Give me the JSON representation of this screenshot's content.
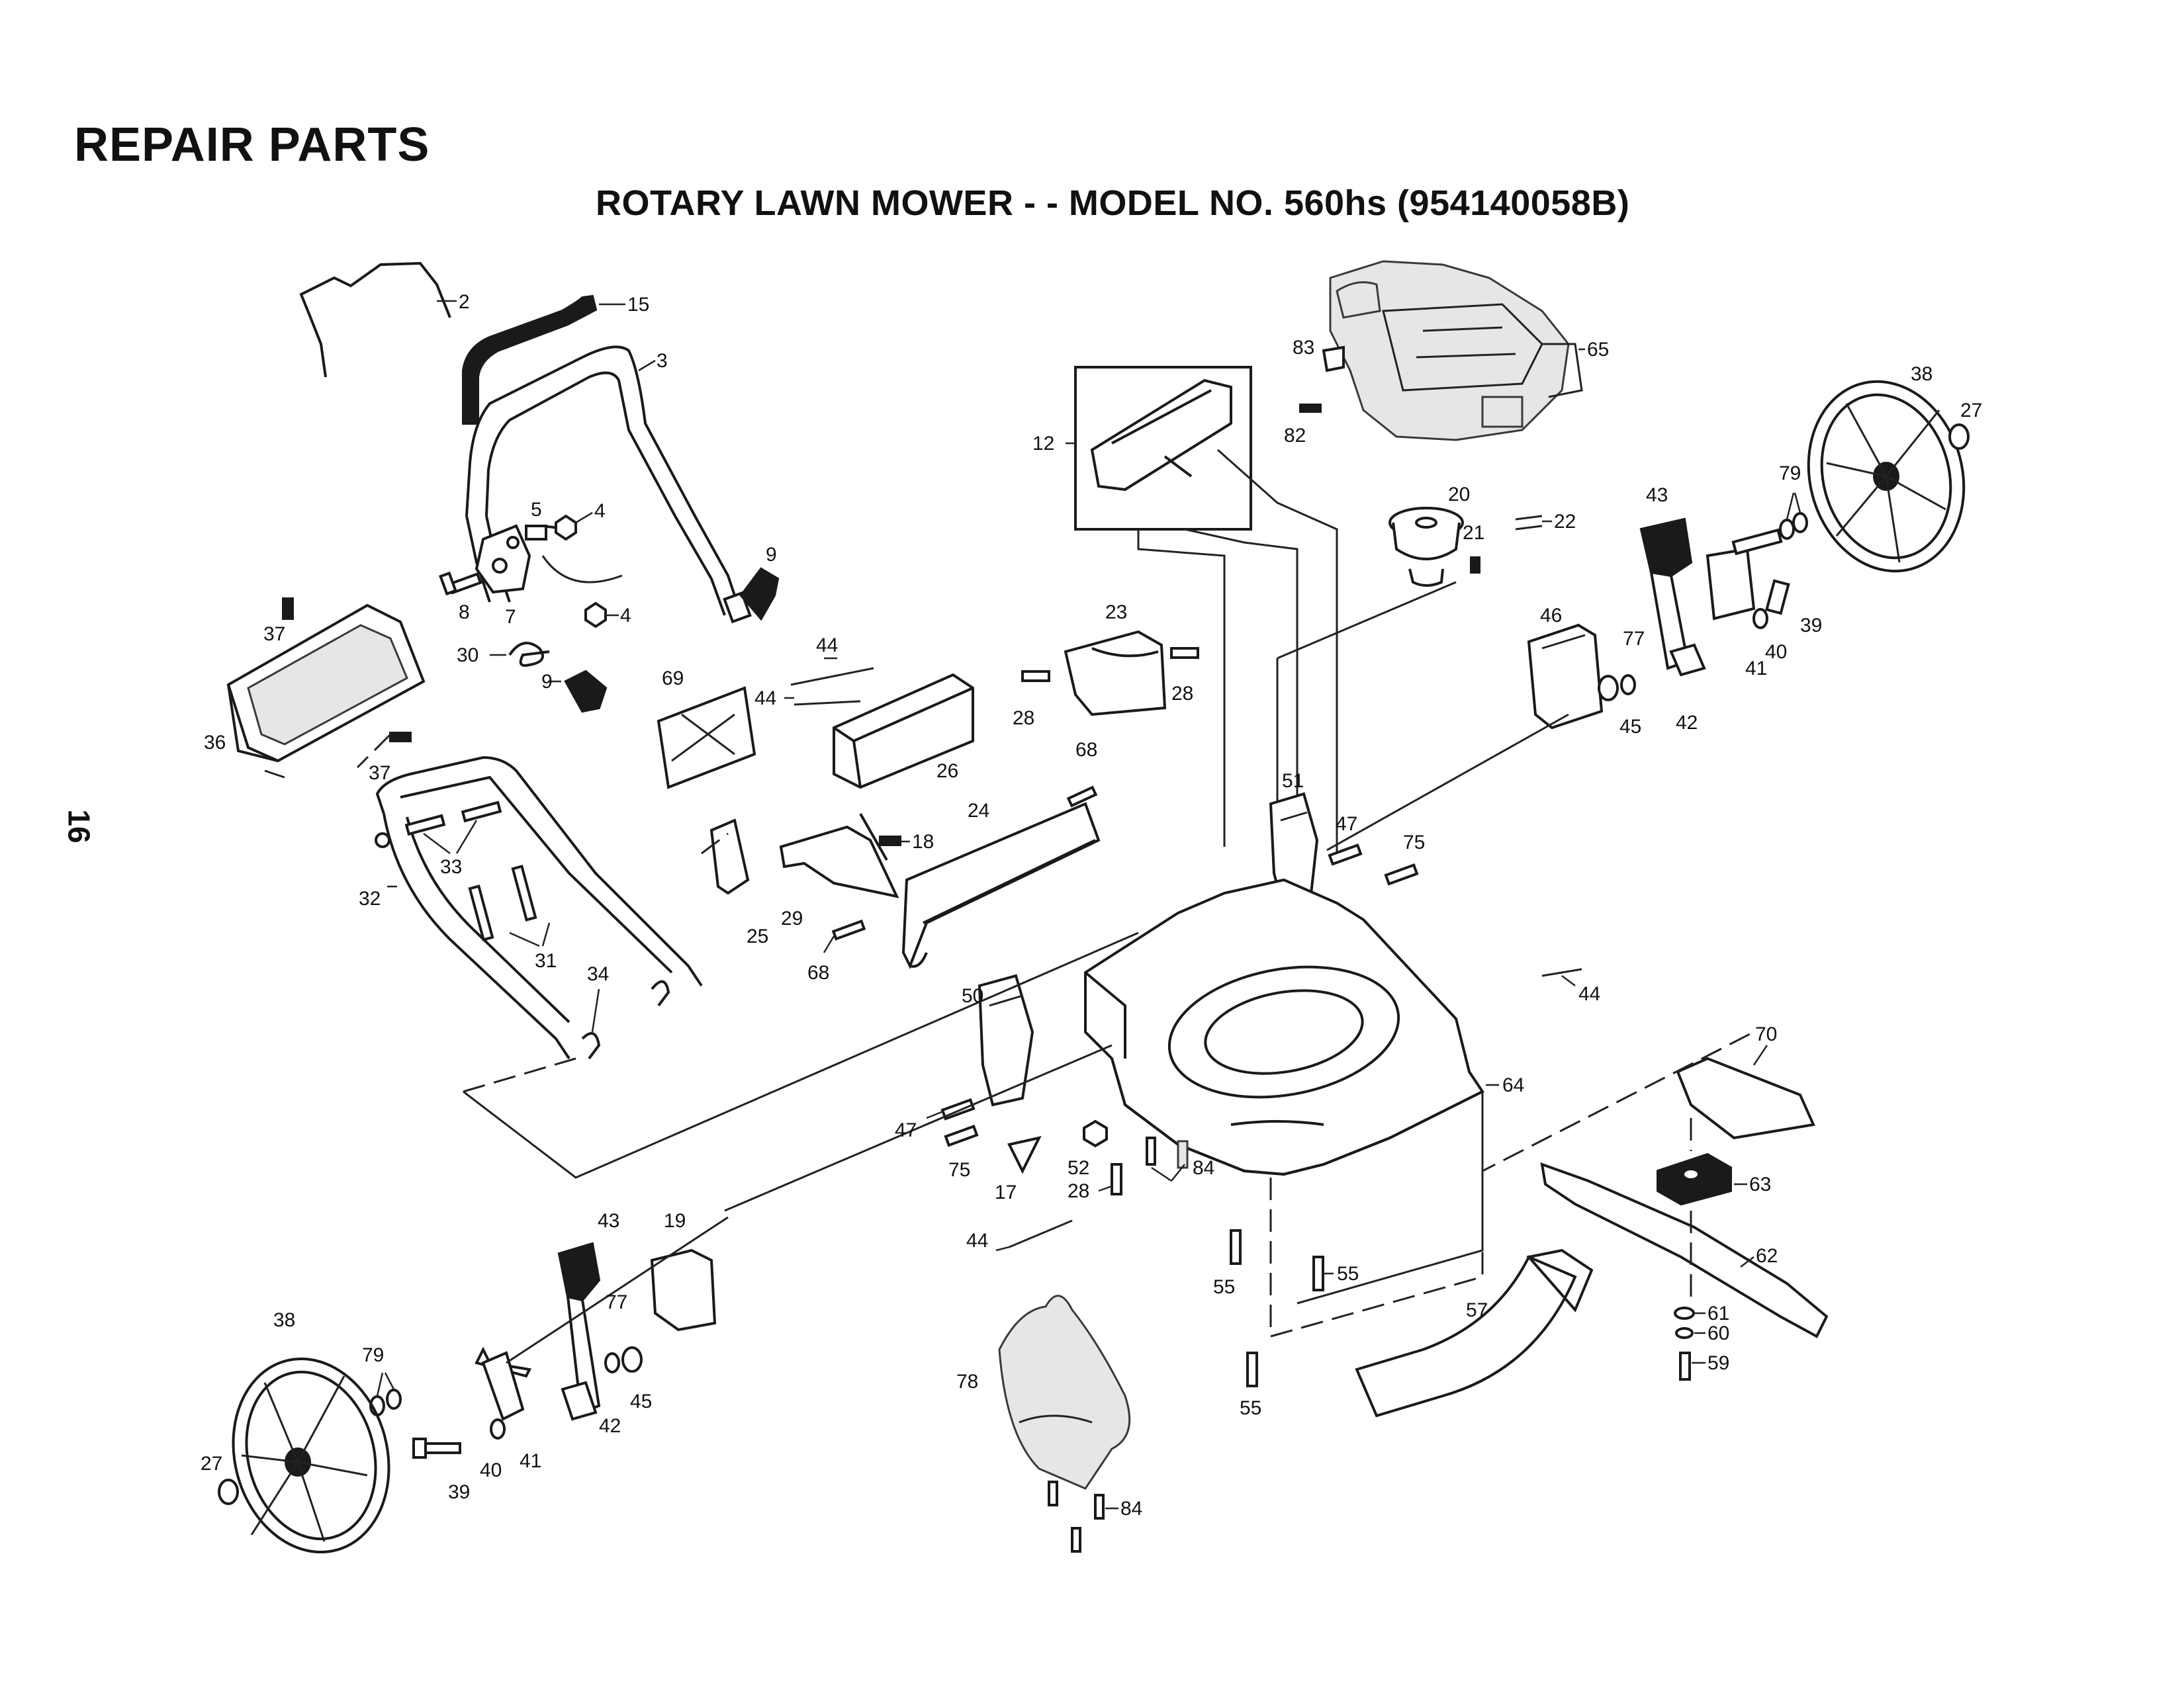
{
  "heading": "REPAIR PARTS",
  "subheading": "ROTARY LAWN MOWER - - MODEL NO. 560hs (954140058B)",
  "page_number": "16",
  "callouts": [
    {
      "key": "c2",
      "label": "2"
    },
    {
      "key": "c15",
      "label": "15"
    },
    {
      "key": "c3",
      "label": "3"
    },
    {
      "key": "c5",
      "label": "5"
    },
    {
      "key": "c4a",
      "label": "4"
    },
    {
      "key": "c4b",
      "label": "4"
    },
    {
      "key": "c8",
      "label": "8"
    },
    {
      "key": "c7",
      "label": "7"
    },
    {
      "key": "c9a",
      "label": "9"
    },
    {
      "key": "c9b",
      "label": "9"
    },
    {
      "key": "c30",
      "label": "30"
    },
    {
      "key": "c37a",
      "label": "37"
    },
    {
      "key": "c37b",
      "label": "37"
    },
    {
      "key": "c36",
      "label": "36"
    },
    {
      "key": "c33",
      "label": "33"
    },
    {
      "key": "c32",
      "label": "32"
    },
    {
      "key": "c31",
      "label": "31"
    },
    {
      "key": "c34",
      "label": "34"
    },
    {
      "key": "c69",
      "label": "69"
    },
    {
      "key": "c44a",
      "label": "44"
    },
    {
      "key": "c44b",
      "label": "44"
    },
    {
      "key": "c26",
      "label": "26"
    },
    {
      "key": "c18",
      "label": "18"
    },
    {
      "key": "c25",
      "label": "25"
    },
    {
      "key": "c29",
      "label": "29"
    },
    {
      "key": "c24",
      "label": "24"
    },
    {
      "key": "c68a",
      "label": "68"
    },
    {
      "key": "c68b",
      "label": "68"
    },
    {
      "key": "c12",
      "label": "12"
    },
    {
      "key": "c23",
      "label": "23"
    },
    {
      "key": "c28a",
      "label": "28"
    },
    {
      "key": "c28b",
      "label": "28"
    },
    {
      "key": "c83",
      "label": "83"
    },
    {
      "key": "c82",
      "label": "82"
    },
    {
      "key": "c65",
      "label": "65"
    },
    {
      "key": "c20",
      "label": "20"
    },
    {
      "key": "c21",
      "label": "21"
    },
    {
      "key": "c22",
      "label": "22"
    },
    {
      "key": "c38a",
      "label": "38"
    },
    {
      "key": "c27a",
      "label": "27"
    },
    {
      "key": "c43a",
      "label": "43"
    },
    {
      "key": "c79a",
      "label": "79"
    },
    {
      "key": "c46",
      "label": "46"
    },
    {
      "key": "c77a",
      "label": "77"
    },
    {
      "key": "c45a",
      "label": "45"
    },
    {
      "key": "c41a",
      "label": "41"
    },
    {
      "key": "c42a",
      "label": "42"
    },
    {
      "key": "c40a",
      "label": "40"
    },
    {
      "key": "c39a",
      "label": "39"
    },
    {
      "key": "c51",
      "label": "51"
    },
    {
      "key": "c47a",
      "label": "47"
    },
    {
      "key": "c75a",
      "label": "75"
    },
    {
      "key": "c50",
      "label": "50"
    },
    {
      "key": "c47b",
      "label": "47"
    },
    {
      "key": "c75b",
      "label": "75"
    },
    {
      "key": "c17",
      "label": "17"
    },
    {
      "key": "c52",
      "label": "52"
    },
    {
      "key": "c28c",
      "label": "28"
    },
    {
      "key": "c84a",
      "label": "84"
    },
    {
      "key": "c44c",
      "label": "44"
    },
    {
      "key": "c64",
      "label": "64"
    },
    {
      "key": "c70",
      "label": "70"
    },
    {
      "key": "c63",
      "label": "63"
    },
    {
      "key": "c62",
      "label": "62"
    },
    {
      "key": "c61",
      "label": "61"
    },
    {
      "key": "c60",
      "label": "60"
    },
    {
      "key": "c59",
      "label": "59"
    },
    {
      "key": "c44d",
      "label": "44"
    },
    {
      "key": "c55a",
      "label": "55"
    },
    {
      "key": "c55b",
      "label": "55"
    },
    {
      "key": "c55c",
      "label": "55"
    },
    {
      "key": "c57",
      "label": "57"
    },
    {
      "key": "c78",
      "label": "78"
    },
    {
      "key": "c84b",
      "label": "84"
    },
    {
      "key": "c19",
      "label": "19"
    },
    {
      "key": "c43b",
      "label": "43"
    },
    {
      "key": "c77b",
      "label": "77"
    },
    {
      "key": "c45b",
      "label": "45"
    },
    {
      "key": "c42b",
      "label": "42"
    },
    {
      "key": "c41b",
      "label": "41"
    },
    {
      "key": "c40b",
      "label": "40"
    },
    {
      "key": "c39b",
      "label": "39"
    },
    {
      "key": "c79b",
      "label": "79"
    },
    {
      "key": "c38b",
      "label": "38"
    },
    {
      "key": "c27b",
      "label": "27"
    }
  ]
}
